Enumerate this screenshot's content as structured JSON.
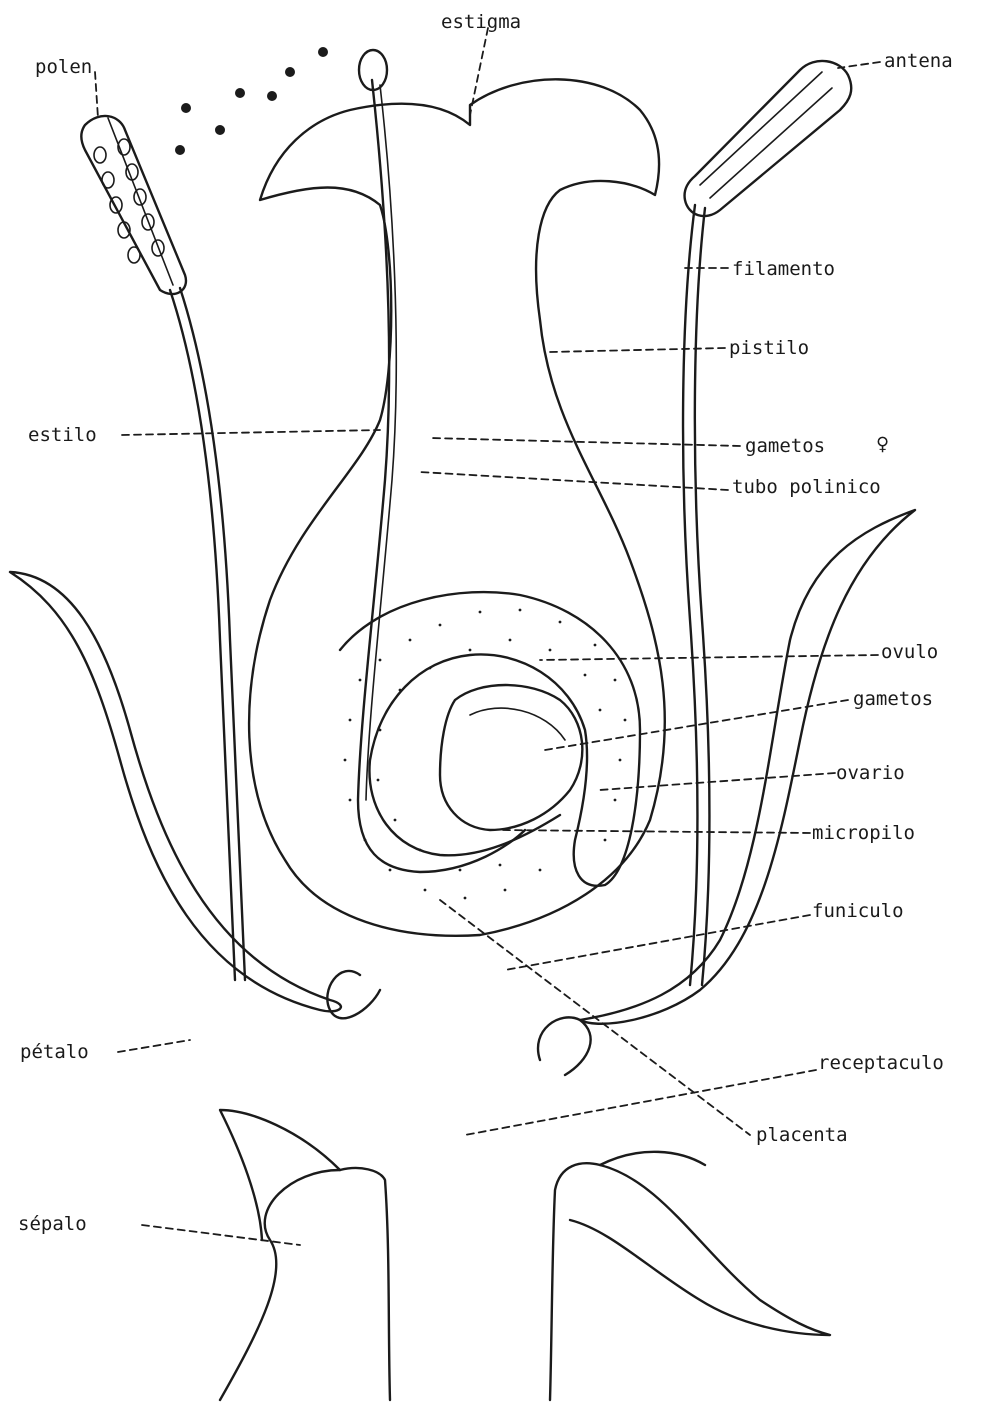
{
  "labels": {
    "estigma": "estigma",
    "polen": "polen",
    "antena": "antena",
    "filamento": "filamento",
    "pistilo": "pistilo",
    "estilo": "estilo",
    "gametos_f": "gametos",
    "female_symbol": "♀",
    "tubo_polinico": "tubo polinico",
    "ovulo": "ovulo",
    "gametos": "gametos",
    "ovario": "ovario",
    "micropilo": "micropilo",
    "funiculo": "funiculo",
    "petalo": "pétalo",
    "receptaculo": "receptaculo",
    "placenta": "placenta",
    "sepalo": "sépalo"
  }
}
